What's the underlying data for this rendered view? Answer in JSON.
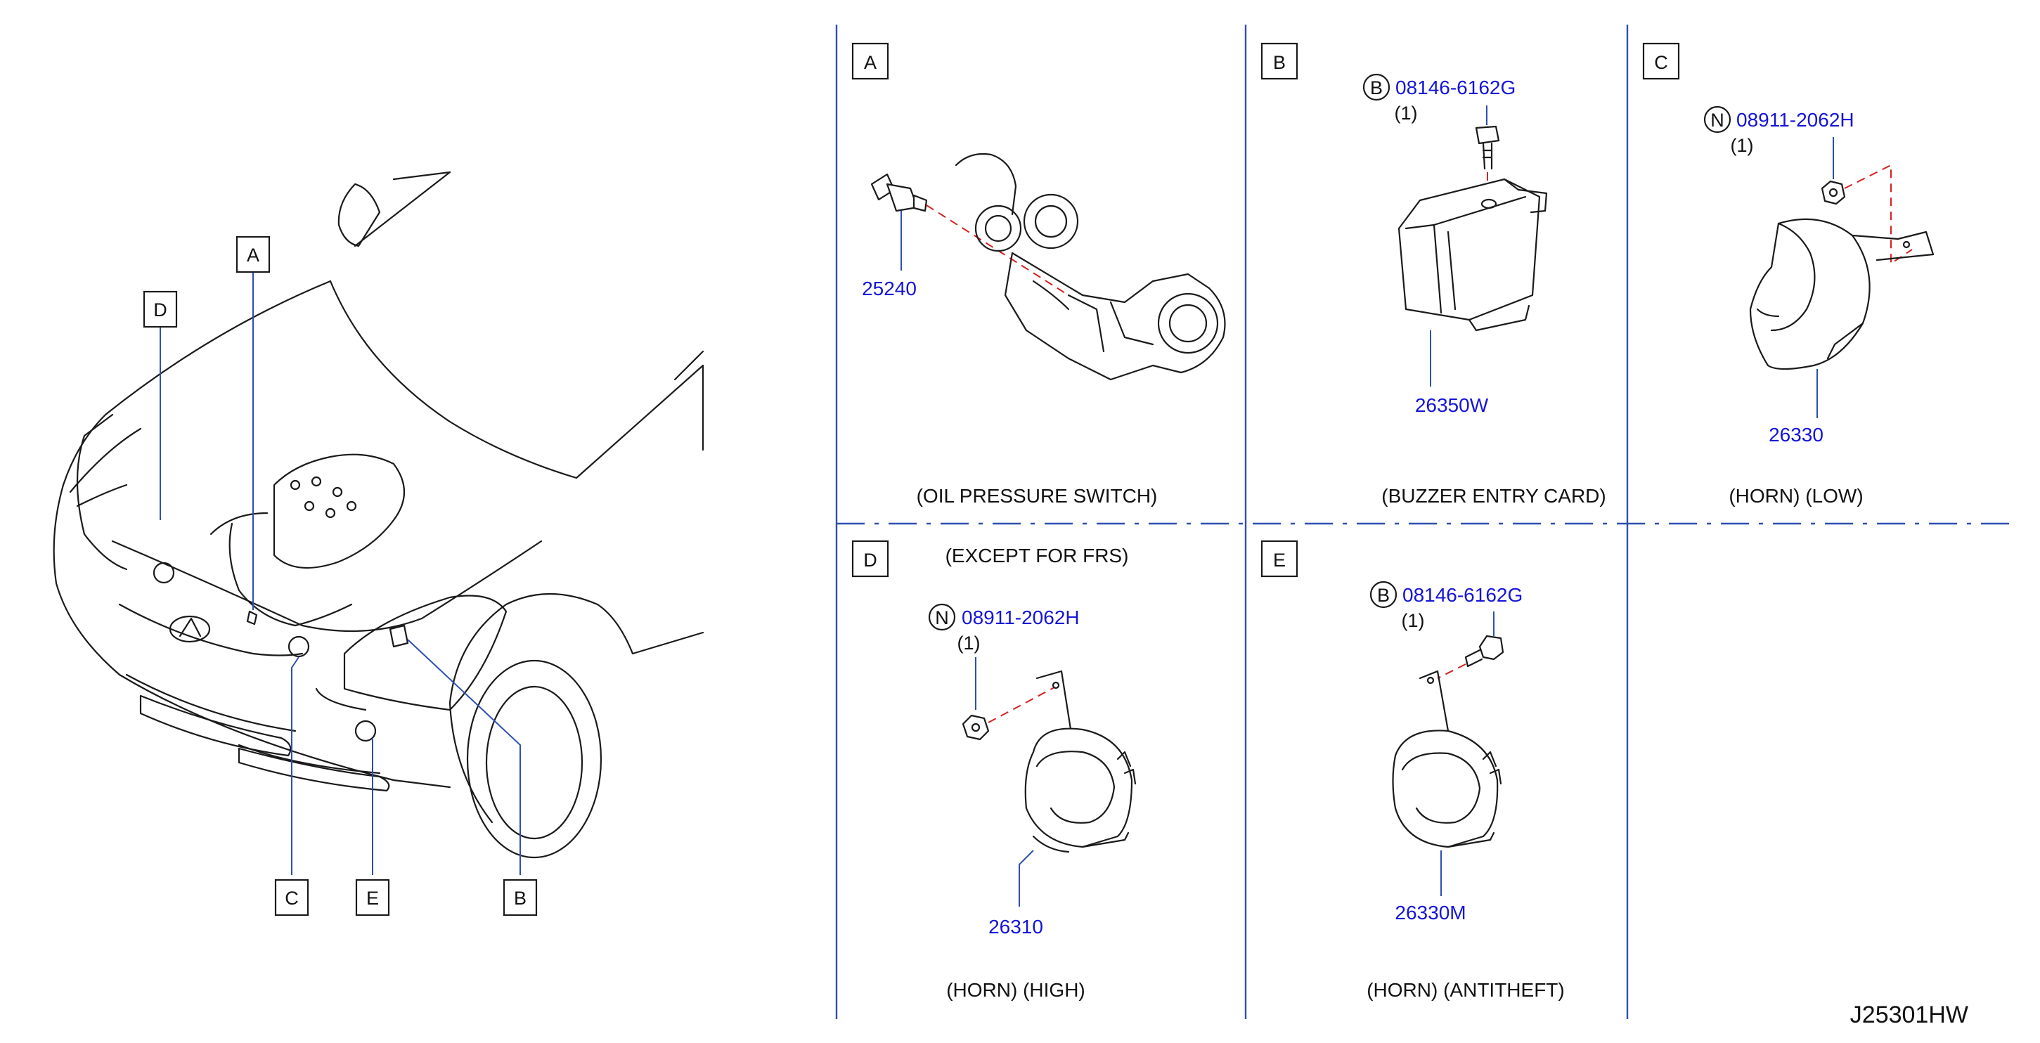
{
  "diagram_code": "J25301HW",
  "colors": {
    "part_number": "#1414d8",
    "leader": "#2d4fb0",
    "guide": "#d42020",
    "line": "#1a1a1a"
  },
  "overview": {
    "callouts": [
      "A",
      "B",
      "C",
      "D",
      "E"
    ]
  },
  "panels": {
    "A": {
      "tag": "A",
      "part": "25240",
      "caption": "(OIL   PRESSURE   SWITCH)",
      "note": "(EXCEPT   FOR   FRS)"
    },
    "B": {
      "tag": "B",
      "fastener_symbol": "B",
      "fastener_part": "08146-6162G",
      "fastener_qty": "(1)",
      "part": "26350W",
      "caption": "(BUZZER   ENTRY   CARD)"
    },
    "C": {
      "tag": "C",
      "fastener_symbol": "N",
      "fastener_part": "08911-2062H",
      "fastener_qty": "(1)",
      "part": "26330",
      "caption": "(HORN)    (LOW)"
    },
    "D": {
      "tag": "D",
      "fastener_symbol": "N",
      "fastener_part": "08911-2062H",
      "fastener_qty": "(1)",
      "part": "26310",
      "caption": "(HORN)    (HIGH)"
    },
    "E": {
      "tag": "E",
      "fastener_symbol": "B",
      "fastener_part": "08146-6162G",
      "fastener_qty": "(1)",
      "part": "26330M",
      "caption": "(HORN)    (ANTITHEFT)"
    }
  }
}
